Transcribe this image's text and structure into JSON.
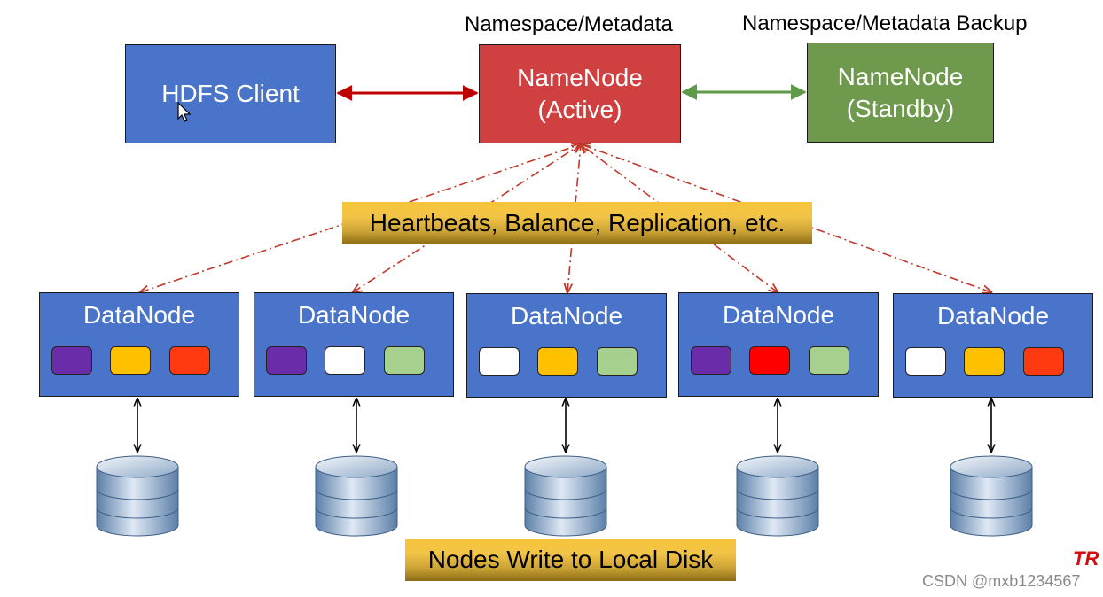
{
  "labels": {
    "namespace_active": "Namespace/Metadata",
    "namespace_backup": "Namespace/Metadata Backup"
  },
  "client": {
    "label": "HDFS Client",
    "color": "#4a74c9"
  },
  "namenode_active": {
    "line1": "NameNode",
    "line2": "(Active)",
    "color": "#d04040"
  },
  "namenode_standby": {
    "line1": "NameNode",
    "line2": "(Standby)",
    "color": "#6f9a4e"
  },
  "heartbeat_banner": "Heartbeats, Balance, Replication, etc.",
  "disk_banner": "Nodes Write to Local Disk",
  "colors": {
    "purple": "#6a2ca8",
    "orange": "#ffc000",
    "red_orange": "#ff3a10",
    "red": "#ff0000",
    "white": "#ffffff",
    "green": "#a6d08e",
    "client_arrow": "#c00000",
    "standby_arrow": "#5f9a48",
    "heartbeat_line": "#c0392b"
  },
  "datanodes": [
    {
      "label": "DataNode",
      "blocks": [
        "purple",
        "orange",
        "red_orange"
      ]
    },
    {
      "label": "DataNode",
      "blocks": [
        "purple",
        "white",
        "green"
      ]
    },
    {
      "label": "DataNode",
      "blocks": [
        "white",
        "orange",
        "green"
      ]
    },
    {
      "label": "DataNode",
      "blocks": [
        "purple",
        "red",
        "green"
      ]
    },
    {
      "label": "DataNode",
      "blocks": [
        "white",
        "orange",
        "red_orange"
      ]
    }
  ],
  "watermark": "CSDN @mxb1234567",
  "corner_logo": "TR"
}
